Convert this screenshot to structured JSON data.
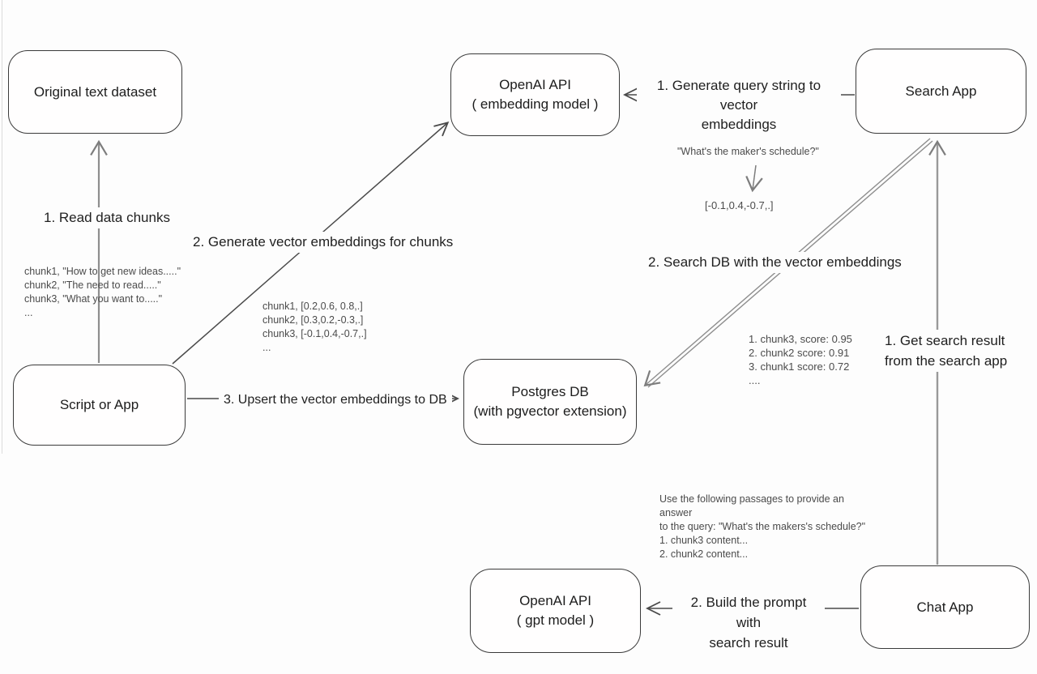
{
  "nodes": {
    "original_text_dataset": {
      "title": "Original text dataset"
    },
    "openai_embedding": {
      "line1": "OpenAI API",
      "line2": "( embedding model )"
    },
    "search_app": {
      "title": "Search App"
    },
    "script_or_app": {
      "title": "Script or App"
    },
    "postgres_db": {
      "line1": "Postgres DB",
      "line2": "(with pgvector extension)"
    },
    "openai_gpt": {
      "line1": "OpenAI API",
      "line2": "( gpt model )"
    },
    "chat_app": {
      "title": "Chat App"
    }
  },
  "edges": {
    "read_chunks": "1. Read data chunks",
    "generate_embeddings": "2. Generate vector embeddings for chunks",
    "upsert": "3. Upsert the vector embeddings  to DB",
    "query_to_vector_line1": "1. Generate query string to vector",
    "query_to_vector_line2": "embeddings",
    "search_db": "2. Search DB with the vector embeddings",
    "get_result_line1": "1. Get search result",
    "get_result_line2": "from the search app",
    "build_prompt_line1": "2. Build the prompt with",
    "build_prompt_line2": "search result"
  },
  "annotations": {
    "chunks": [
      "chunk1, \"How to get new ideas.....\"",
      "chunk2, \"The need to read.....\"",
      "chunk3, \"What you want to.....\"",
      "..."
    ],
    "vectors": [
      "chunk1, [0.2,0.6, 0.8,.]",
      "chunk2, [0.3,0.2,-0.3,.]",
      "chunk3, [-0.1,0.4,-0.7,.]",
      "..."
    ],
    "query": "\"What's the maker's schedule?\"",
    "query_vector": "[-0.1,0.4,-0.7,.]",
    "scores": [
      "1. chunk3, score: 0.95",
      "2. chunk2 score: 0.91",
      "3. chunk1 score: 0.72",
      "...."
    ],
    "prompt": [
      "Use the following passages to provide an answer",
      "to the query: \"What's the makers's schedule?\"",
      "1. chunk3 content...",
      "2. chunk2 content..."
    ]
  },
  "colors": {
    "stroke_dark": "#4a4a4a",
    "stroke_gray": "#8e8e8e",
    "box_border": "#3a3a3a",
    "background": "#fdfdfd"
  }
}
